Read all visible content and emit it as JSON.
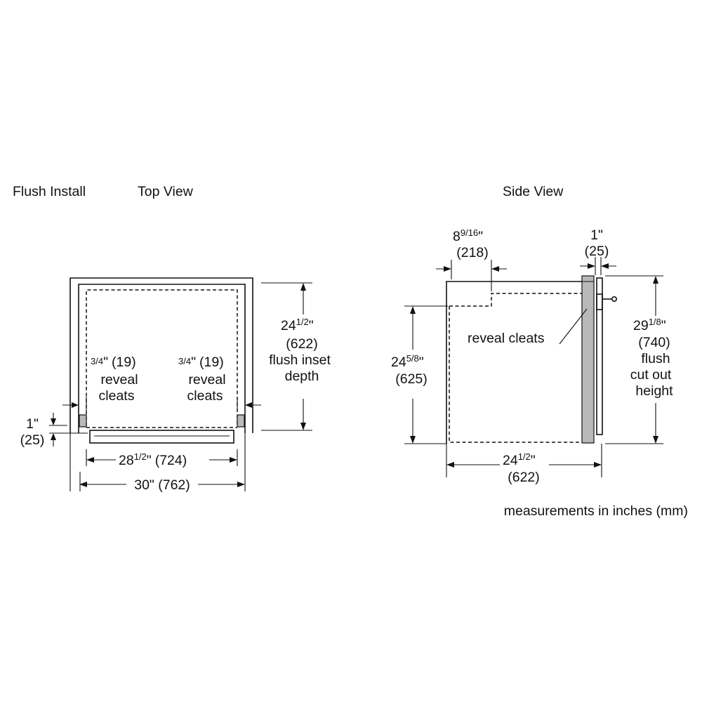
{
  "headings": {
    "flush_install": "Flush Install",
    "top_view": "Top View",
    "side_view": "Side View"
  },
  "top_view": {
    "left_cleat": {
      "fraction": "3/4",
      "mm": "(19)",
      "line2": "reveal",
      "line3": "cleats"
    },
    "right_cleat": {
      "fraction": "3/4",
      "mm": "(19)",
      "line2": "reveal",
      "line3": "cleats"
    },
    "depth": {
      "whole": "24",
      "fraction": "1/2",
      "mm": "(622)",
      "line3": "flush inset",
      "line4": "depth"
    },
    "front_offset": {
      "inches": "1\"",
      "mm": "(25)"
    },
    "inner_width": {
      "whole": "28",
      "fraction": "1/2",
      "mm": "(724)"
    },
    "outer_width": {
      "label": "30\" (762)"
    }
  },
  "side_view": {
    "top_depth": {
      "whole": "8",
      "fraction": "9/16",
      "mm": "(218)"
    },
    "door_thickness": {
      "inches": "1\"",
      "mm": "(25)"
    },
    "reveal_cleats_label": "reveal cleats",
    "height_left": {
      "whole": "24",
      "fraction": "5/8",
      "mm": "(625)"
    },
    "cutout_height": {
      "whole": "29",
      "fraction": "1/8",
      "mm": "(740)",
      "line3": "flush",
      "line4": "cut out",
      "line5": "height"
    },
    "bottom_depth": {
      "whole": "24",
      "fraction": "1/2",
      "mm": "(622)"
    }
  },
  "footer": {
    "units_note": "measurements in inches (mm)"
  }
}
